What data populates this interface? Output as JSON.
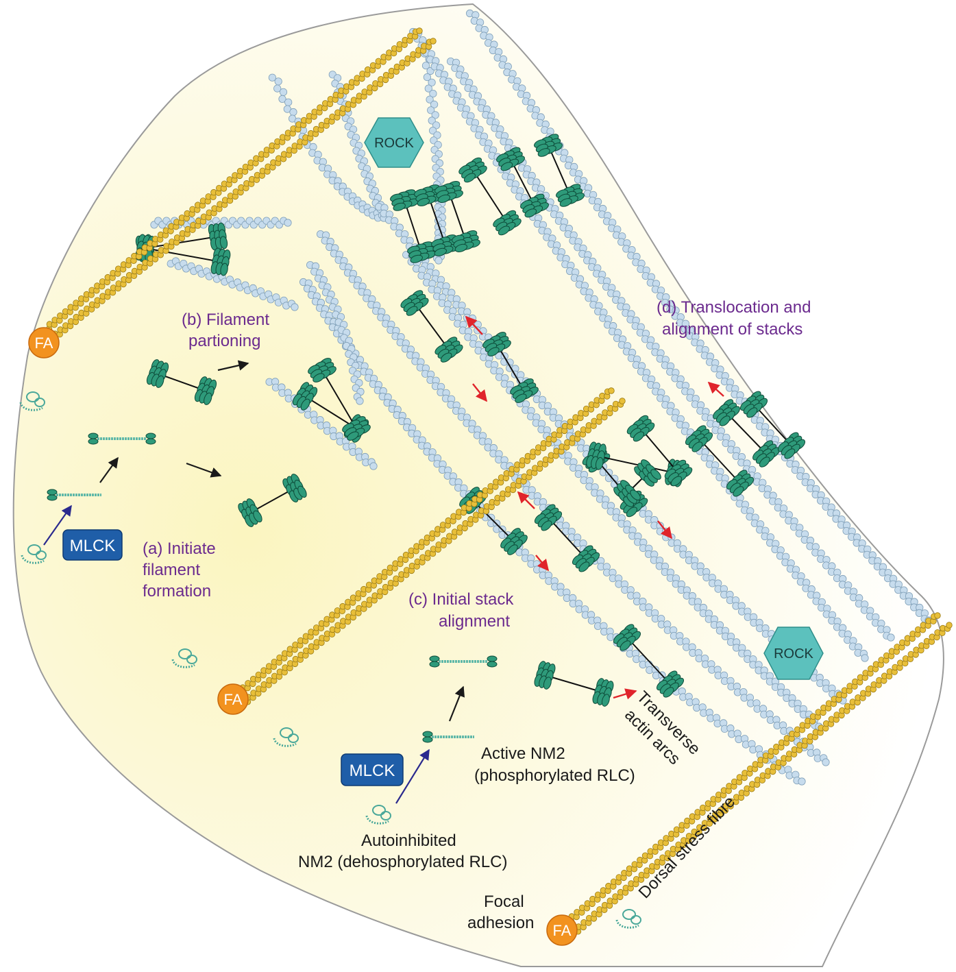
{
  "labels": {
    "a": [
      "(a) Initiate",
      "filament",
      "formation"
    ],
    "b": [
      "(b) Filament",
      "partioning"
    ],
    "c": [
      "(c) Initial stack",
      "alignment"
    ],
    "d": [
      "(d) Translocation and",
      "alignment of stacks"
    ],
    "active": [
      "Active NM2",
      "(phosphorylated RLC)"
    ],
    "autoinhibited": [
      "Autoinhibited",
      "NM2 (dehosphorylated RLC)"
    ],
    "transverse": [
      "Transverse",
      "actin arcs"
    ],
    "dorsal": "Dorsal stress fibre",
    "focal": [
      "Focal",
      "adhesion"
    ]
  },
  "badges": {
    "fa": "FA",
    "rock": "ROCK",
    "mlck": "MLCK"
  },
  "colors": {
    "cell_fill": "#fbf6c8",
    "actin_blue": "#c7dced",
    "actin_yellow": "#e8bf3a",
    "myosin_green": "#2e9a7a",
    "fa_orange": "#f2921f",
    "rock_teal": "#5cc1bd",
    "mlck_blue": "#1f5ea8",
    "arrow_red": "#e0242b",
    "label_purple": "#6b2a8e"
  }
}
